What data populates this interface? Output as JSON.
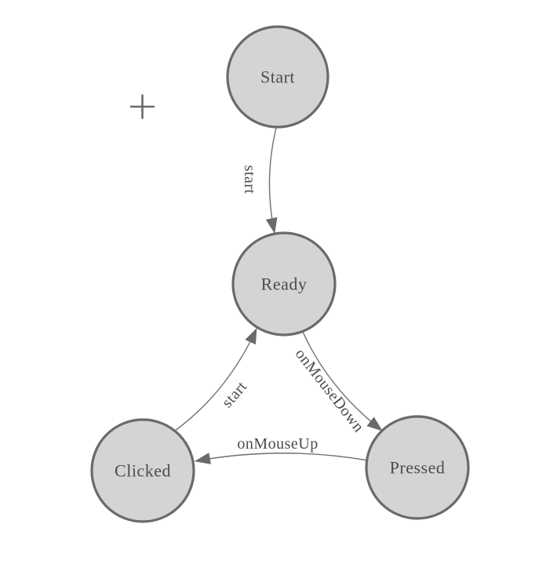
{
  "canvas": {
    "background": "#ffffff",
    "icons": {
      "plus": "+"
    }
  },
  "diagram": {
    "kind": "finite-state-machine",
    "nodes": [
      {
        "id": "start",
        "label": "Start"
      },
      {
        "id": "ready",
        "label": "Ready"
      },
      {
        "id": "clicked",
        "label": "Clicked"
      },
      {
        "id": "pressed",
        "label": "Pressed"
      }
    ],
    "edges": [
      {
        "label": "start",
        "from": "Start",
        "to": "Ready"
      },
      {
        "label": "onMouseDown",
        "from": "Ready",
        "to": "Pressed"
      },
      {
        "label": "onMouseUp",
        "from": "Pressed",
        "to": "Clicked"
      },
      {
        "label": "start",
        "from": "Clicked",
        "to": "Ready"
      }
    ],
    "colors": {
      "node_fill": "#d4d4d4",
      "node_border": "#6a6a6a",
      "node_text": "#4c4c4c",
      "edge_line": "#707070",
      "edge_text": "#4c4c4c",
      "arrowhead": "#6a6a6a",
      "plus_icon": "#6a6a6a"
    }
  }
}
